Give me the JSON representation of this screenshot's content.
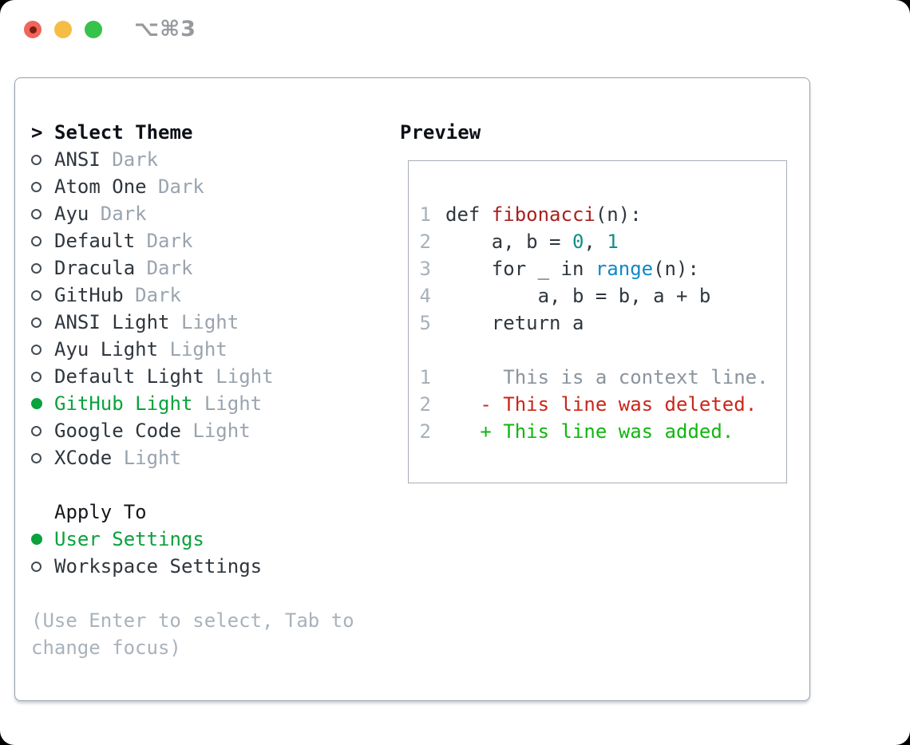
{
  "titlebar": {
    "shortcut": "⌥⌘3"
  },
  "colors": {
    "traffic_red": "#f0655a",
    "traffic_red_dot": "#7c1d12",
    "traffic_yellow": "#f6bd45",
    "traffic_green": "#36c24b",
    "panel_border": "#98a1ac",
    "preview_border": "#a6adb5",
    "text_primary": "#2f363d",
    "text_header": "#0d1117",
    "text_muted_variant": "#9aa4af",
    "text_hint": "#a9b2bb",
    "line_number": "#a6b0ba",
    "selected_green": "#0aa23c",
    "syntax_function_red": "#a9201f",
    "syntax_call_blue": "#1088c9",
    "syntax_number_teal": "#108f8a",
    "diff_context_gray": "#8b949e",
    "diff_deleted_red": "#c9261a",
    "diff_added_green": "#10b710"
  },
  "theme_selector": {
    "header": {
      "prefix": ">",
      "label": "Select Theme"
    },
    "items": [
      {
        "name": "ANSI",
        "variant": "Dark",
        "selected": false
      },
      {
        "name": "Atom One",
        "variant": "Dark",
        "selected": false
      },
      {
        "name": "Ayu",
        "variant": "Dark",
        "selected": false
      },
      {
        "name": "Default",
        "variant": "Dark",
        "selected": false
      },
      {
        "name": "Dracula",
        "variant": "Dark",
        "selected": false
      },
      {
        "name": "GitHub",
        "variant": "Dark",
        "selected": false
      },
      {
        "name": "ANSI Light",
        "variant": "Light",
        "selected": false
      },
      {
        "name": "Ayu Light",
        "variant": "Light",
        "selected": false
      },
      {
        "name": "Default Light",
        "variant": "Light",
        "selected": false
      },
      {
        "name": "GitHub Light",
        "variant": "Light",
        "selected": true
      },
      {
        "name": "Google Code",
        "variant": "Light",
        "selected": false
      },
      {
        "name": "XCode",
        "variant": "Light",
        "selected": false
      }
    ]
  },
  "apply_to": {
    "label": "Apply To",
    "options": [
      {
        "label": "User Settings",
        "selected": true
      },
      {
        "label": "Workspace Settings",
        "selected": false
      }
    ]
  },
  "hint_lines": [
    "(Use Enter to select, Tab to",
    "change focus)"
  ],
  "preview": {
    "label": "Preview",
    "code_lines": [
      {
        "num": "1",
        "segments": [
          {
            "t": "def ",
            "s": "plain"
          },
          {
            "t": "fibonacci",
            "s": "func"
          },
          {
            "t": "(n):",
            "s": "plain"
          }
        ]
      },
      {
        "num": "2",
        "segments": [
          {
            "t": "    a, b = ",
            "s": "plain"
          },
          {
            "t": "0",
            "s": "num"
          },
          {
            "t": ", ",
            "s": "plain"
          },
          {
            "t": "1",
            "s": "num"
          }
        ]
      },
      {
        "num": "3",
        "segments": [
          {
            "t": "    for _ in ",
            "s": "plain"
          },
          {
            "t": "range",
            "s": "call"
          },
          {
            "t": "(n):",
            "s": "plain"
          }
        ]
      },
      {
        "num": "4",
        "segments": [
          {
            "t": "        a, b = b, a + b",
            "s": "plain"
          }
        ]
      },
      {
        "num": "5",
        "segments": [
          {
            "t": "    return a",
            "s": "plain"
          }
        ]
      }
    ],
    "diff_lines": [
      {
        "num": "1",
        "segments": [
          {
            "t": "     This is a context line.",
            "s": "ctx"
          }
        ]
      },
      {
        "num": "2",
        "segments": [
          {
            "t": "   ",
            "s": "plain"
          },
          {
            "t": "- This line was deleted.",
            "s": "del"
          }
        ]
      },
      {
        "num": "2",
        "segments": [
          {
            "t": "   ",
            "s": "plain"
          },
          {
            "t": "+ This line was added.",
            "s": "add"
          }
        ]
      }
    ]
  }
}
